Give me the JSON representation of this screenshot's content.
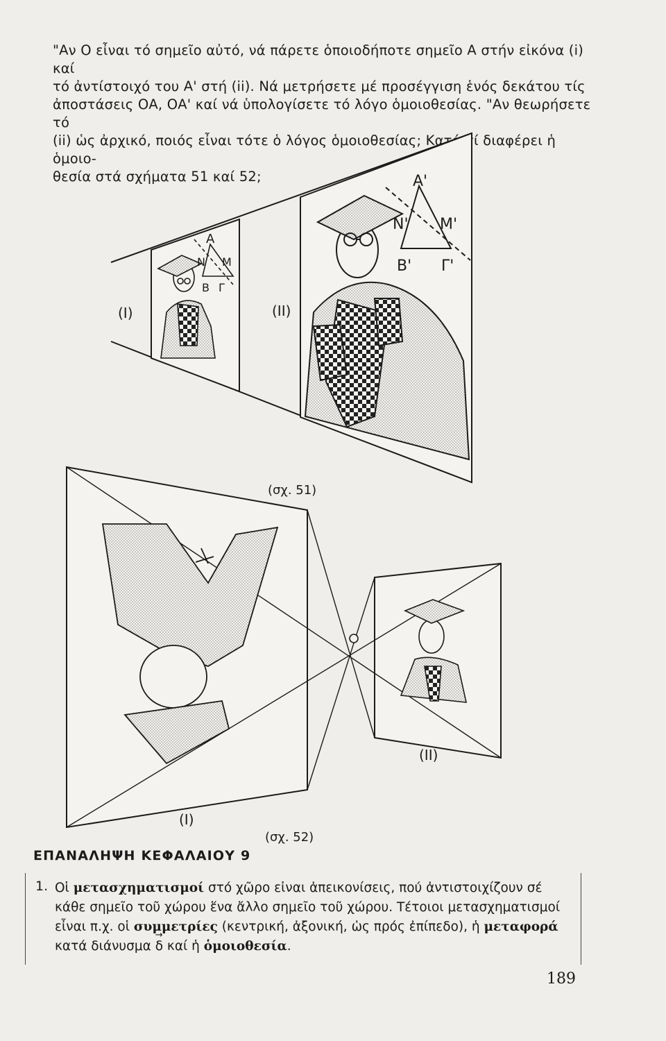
{
  "intro": {
    "lines": [
      "\"Αν Ο εἶναι τό σημεῖο αὐτό, νά πάρετε ὁποιοδήποτε σημεῖο Α στήν εἰκόνα (i) καί",
      "τό ἀντίστοιχό του Α' στή (ii). Νά μετρήσετε μέ προσέγγιση ἑνός δεκάτου τίς",
      "ἀποστάσεις ΟΑ, ΟΑ' καί νά ὑπολογίσετε τό λόγο ὁμοιοθεσίας. \"Αν θεωρήσετε τό",
      "(ii) ὡς ἀρχικό, ποιός εἶναι τότε ὁ λόγος ὁμοιοθεσίας; Κατά τί διαφέρει ἡ ὁμοιο-",
      "θεσία στά σχήματα 51 καί 52;"
    ]
  },
  "figure51": {
    "caption": "(σχ. 51)",
    "label_small": "(I)",
    "label_large": "(II)",
    "small_vertices": [
      "Α",
      "Ν",
      "Μ",
      "Β",
      "Γ"
    ],
    "large_vertices": [
      "Α'",
      "Ν'",
      "Μ'",
      "Β'",
      "Γ'"
    ]
  },
  "figure52": {
    "caption": "(σχ. 52)",
    "label_large": "(I)",
    "label_small": "(II)"
  },
  "heading": "ΕΠΑΝΑΛΗΨΗ ΚΕΦΑΛΑΙΟΥ 9",
  "summary": {
    "number": "1.",
    "p1": "Οἱ ",
    "b1": "μετασχηματισμοί",
    "p2": " στό χῶρο εἰναι ἀπεικονίσεις, πού ἀντιστοιχίζουν σέ κάθε σημεῖο τοῦ χώρου ἕνα ἄλλο σημεῖο τοῦ χώρου. Τέτοιοι μετασχηματισμοί εἶναι π.χ. οἱ ",
    "b2": "συμμετρίες",
    "p3": " (κεντρική, ἀξονική, ὡς πρός ἐπίπεδο), ἡ ",
    "b3": "μεταφορά",
    "p4": " κατά διάνυσμα ",
    "vector": "δ",
    "p5": " καί ἡ ",
    "b4": "ὁμοιοθεσία",
    "p6": "."
  },
  "page_number": "189",
  "colors": {
    "paper": "#efeeea",
    "ink": "#1b1b1b",
    "stipple": "#8a8a8a"
  }
}
